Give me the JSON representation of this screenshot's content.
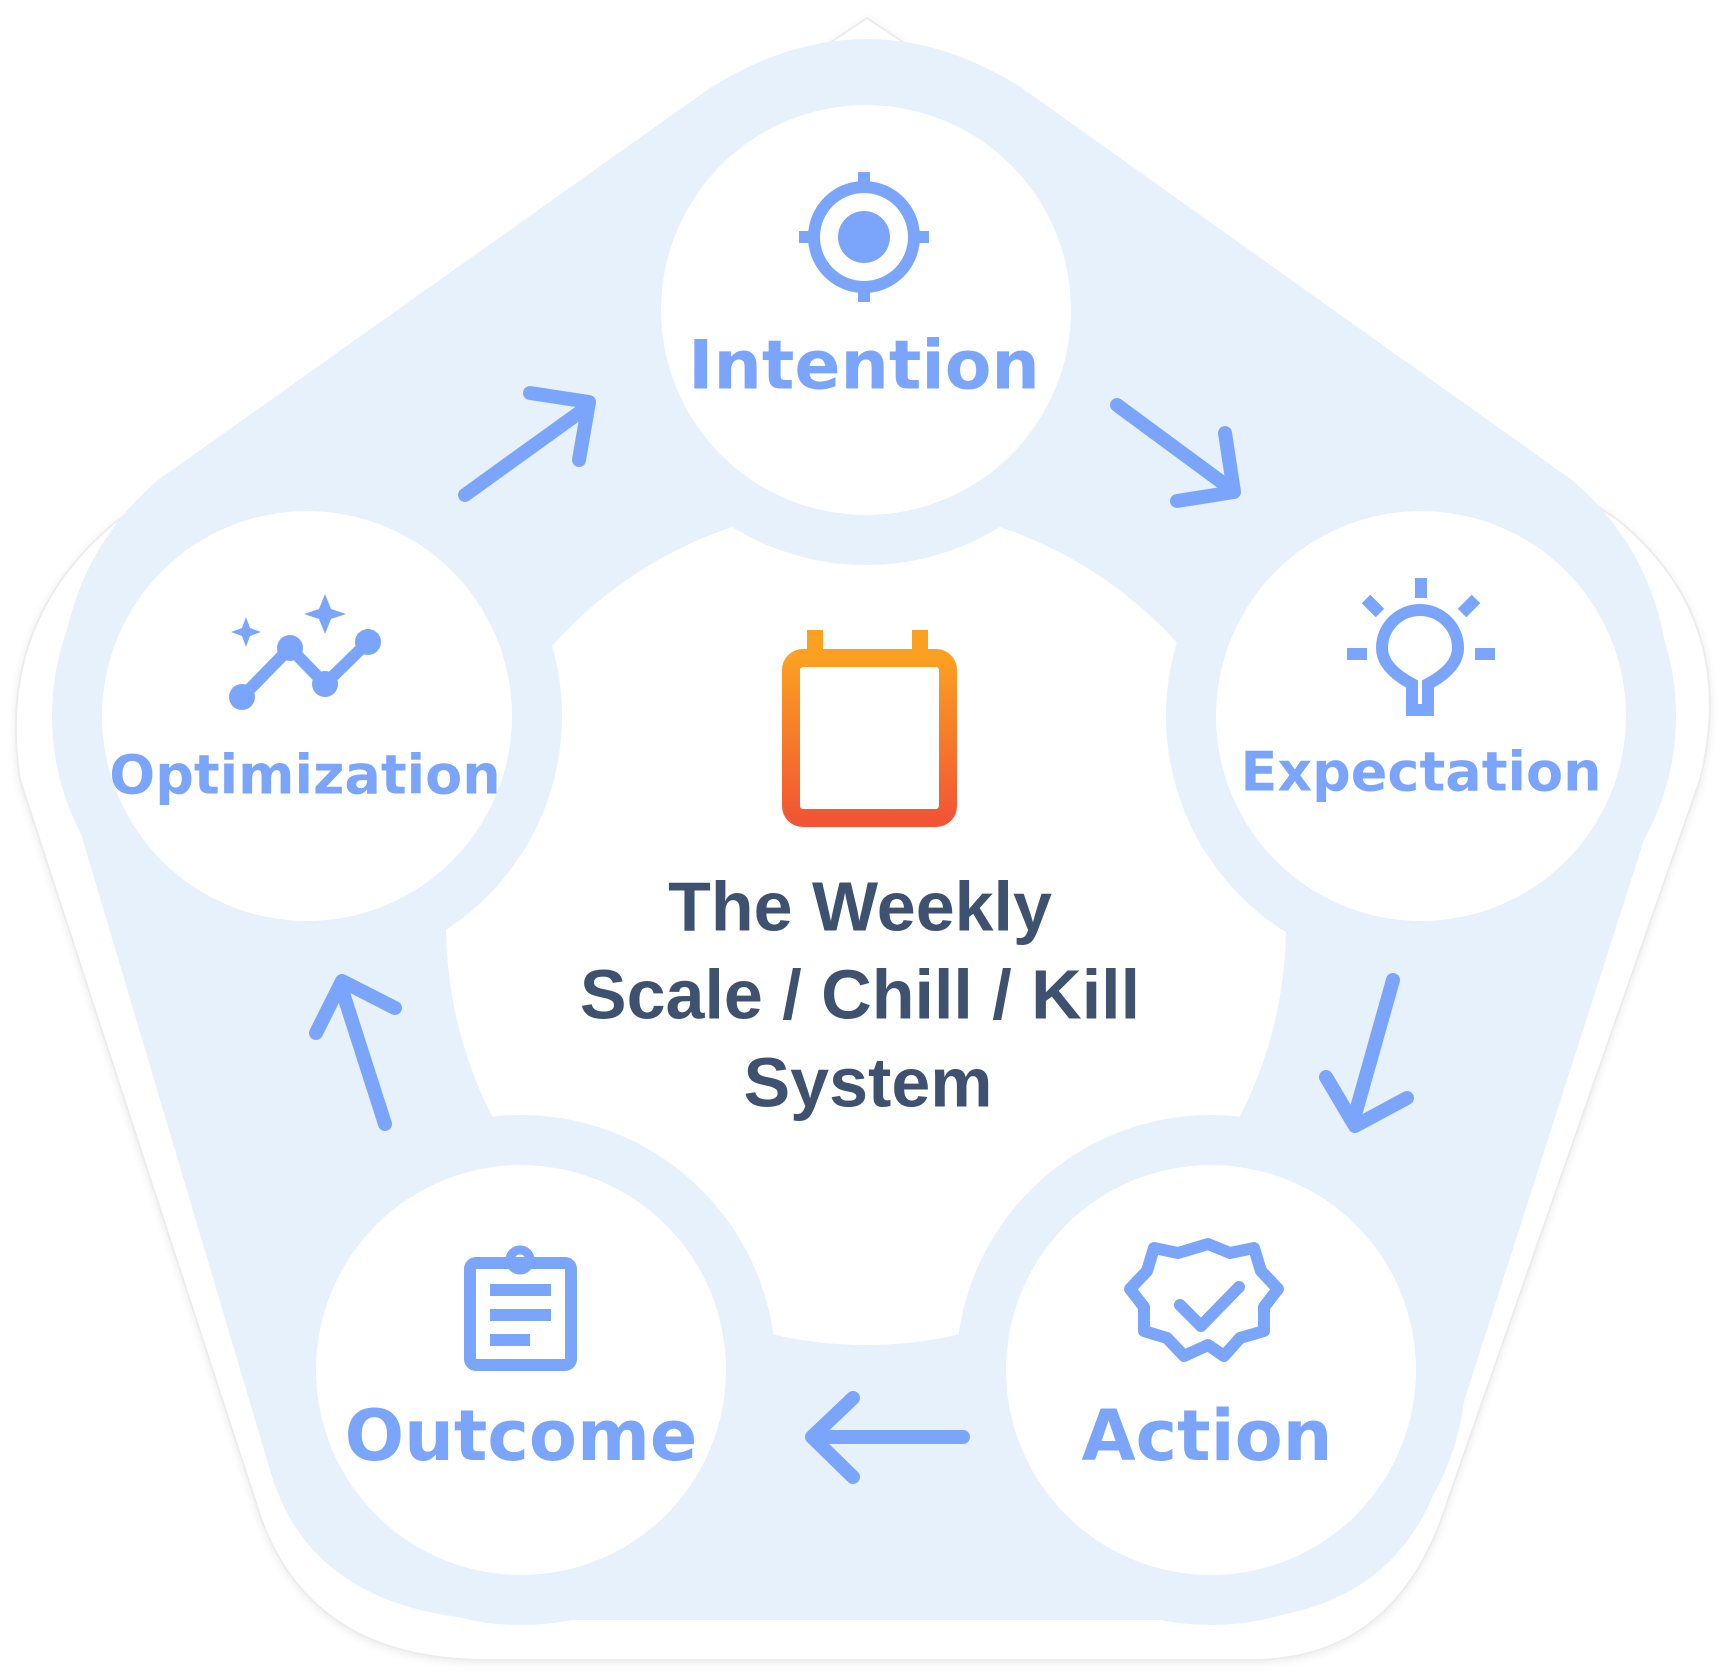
{
  "title": {
    "line1": "The Weekly",
    "line2": "Scale / Chill / Kill",
    "line3": "System"
  },
  "center_icon": "calendar-icon",
  "nodes": [
    {
      "label": "Intention",
      "icon": "target-icon"
    },
    {
      "label": "Expectation",
      "icon": "lightbulb-icon"
    },
    {
      "label": "Action",
      "icon": "verified-badge-icon"
    },
    {
      "label": "Outcome",
      "icon": "clipboard-icon"
    },
    {
      "label": "Optimization",
      "icon": "trend-sparkle-icon"
    }
  ],
  "colors": {
    "accent": "#7aa5fa",
    "ring": "#e6f1fb",
    "title": "#3e5270",
    "calendar_top": "#fba021",
    "calendar_bottom": "#f25535"
  }
}
